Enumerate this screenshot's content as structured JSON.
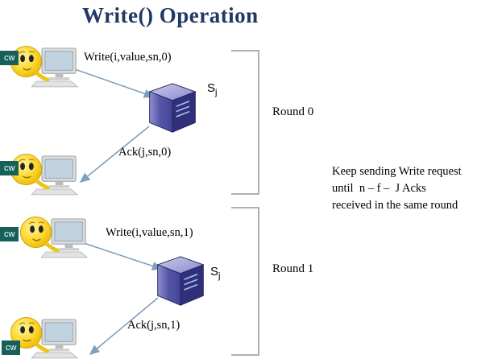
{
  "title": "Write() Operation",
  "client": {
    "badge": "cw"
  },
  "server": {
    "label": "S",
    "subscript": "j"
  },
  "messages": {
    "write0": "Write(i,value,sn,0)",
    "ack0": "Ack(j,sn,0)",
    "write1": "Write(i,value,sn,1)",
    "ack1": "Ack(j,sn,1)"
  },
  "rounds": {
    "r0": "Round 0",
    "r1": "Round 1"
  },
  "note": {
    "line1": "Keep sending Write request",
    "line2": "until  n – f –  J Acks",
    "line3": "received in the same round"
  },
  "colors": {
    "title": "#1f3864",
    "badge_bg": "#17605a",
    "arrow": "#7da0be",
    "bracket": "#b0b0b0",
    "server_front": "#5757a8",
    "server_side": "#30307a",
    "smiley": "#ffd935"
  }
}
